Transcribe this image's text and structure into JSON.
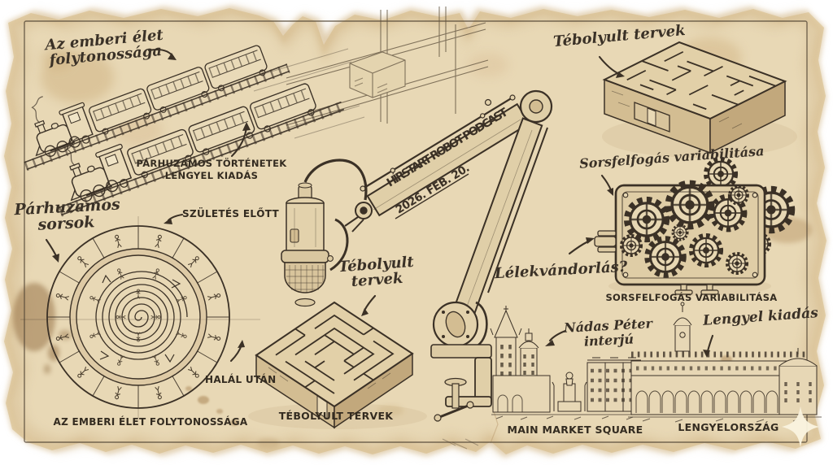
{
  "colors": {
    "ink": "#3b3126",
    "parchment": "#e8d8b5",
    "parchment_edge": "#cfb183",
    "stain": "#9c7340",
    "page_background": "#ffffff"
  },
  "boom_arm": {
    "title": "HÍRSTART ROBOT PODCAST",
    "date": "2026. FEB. 20."
  },
  "labels": {
    "handwritten": {
      "life_continuity": {
        "line1": "Az emberi élet",
        "line2": "folytonossága"
      },
      "parallel_fates": {
        "line1": "Párhuzamos",
        "line2": "sorsok"
      },
      "mad_plans_center": {
        "line1": "Tébolyult",
        "line2": "tervek"
      },
      "mad_plans_top": "Tébolyult tervek",
      "fate_variability": "Sorsfelfogás variabilitása",
      "reincarnation": "Lélekvándorlás?",
      "nadas_interview": {
        "line1": "Nádas Péter",
        "line2": "interjú"
      },
      "polish_edition": "Lengyel kiadás"
    },
    "captions": {
      "parallel_stories": {
        "line1": "PÁRHUZAMOS TÖRTÉNETEK",
        "line2": "LENGYEL KIADÁS"
      },
      "before_birth": "SZÜLETÉS ELŐTT",
      "after_death": "HALÁL UTÁN",
      "life_continuity": "AZ EMBERI ÉLET FOLYTONOSSÁGA",
      "mad_plans": "TÉBOLYULT TERVEK",
      "fate_variability": "SORSFELFOGÁS VARIABILITÁSA",
      "main_market_square": "MAIN MARKET SQUARE",
      "poland": "LENGYELORSZÁG"
    }
  },
  "icons": {
    "sparkle": "four-point-sparkle"
  }
}
